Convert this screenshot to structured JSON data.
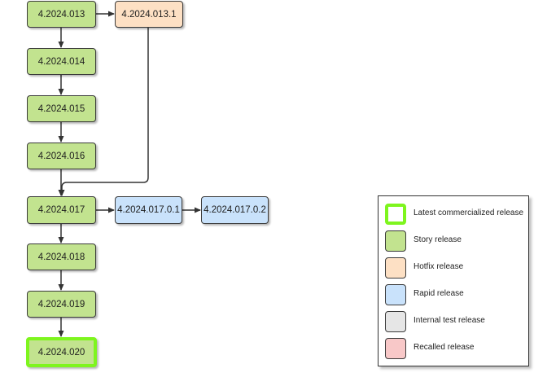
{
  "nodes": {
    "n013": "4.2024.013",
    "n013_1": "4.2024.013.1",
    "n014": "4.2024.014",
    "n015": "4.2024.015",
    "n016": "4.2024.016",
    "n017": "4.2024.017",
    "n017_0_1": "4.2024.017.0.1",
    "n017_0_2": "4.2024.017.0.2",
    "n018": "4.2024.018",
    "n019": "4.2024.019",
    "n020": "4.2024.020"
  },
  "legend": {
    "items": [
      {
        "label": "Latest commercialized release",
        "color": "#7ef51e"
      },
      {
        "label": "Story release",
        "color": "#c2e38f"
      },
      {
        "label": "Hotfix release",
        "color": "#fde0c4"
      },
      {
        "label": "Rapid release",
        "color": "#c9e2fb"
      },
      {
        "label": "Internal test release",
        "color": "#e6e6e6"
      },
      {
        "label": "Recalled release",
        "color": "#f8c8c8"
      }
    ]
  }
}
